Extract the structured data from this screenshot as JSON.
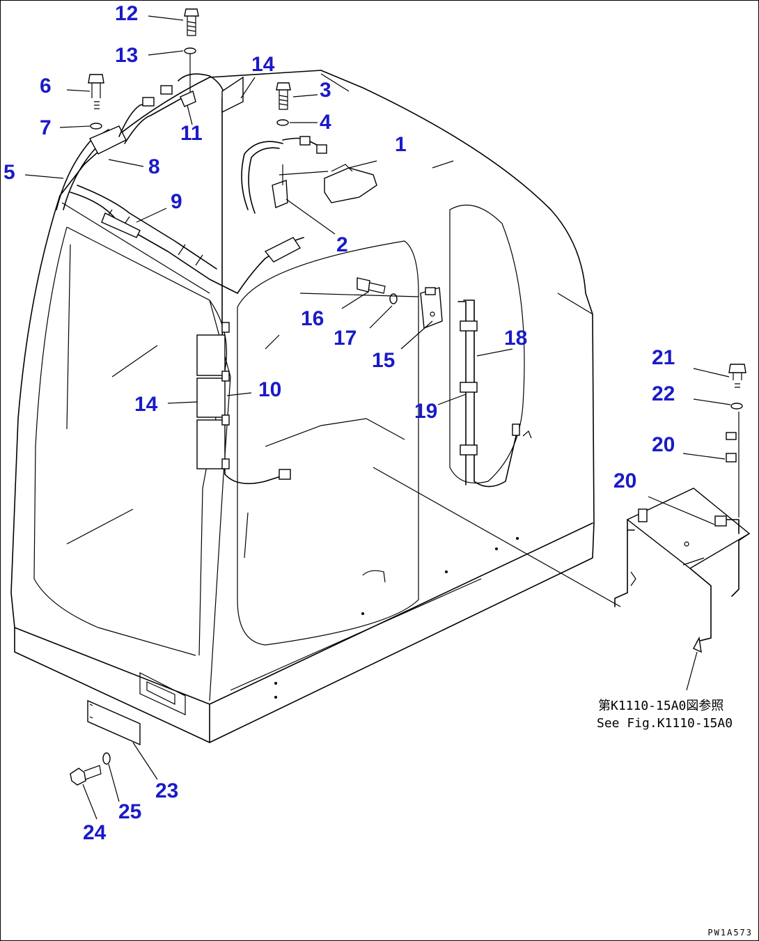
{
  "callouts": {
    "c1": "1",
    "c2": "2",
    "c3": "3",
    "c4": "4",
    "c5": "5",
    "c6": "6",
    "c7": "7",
    "c8": "8",
    "c9": "9",
    "c10": "10",
    "c11": "11",
    "c12": "12",
    "c13": "13",
    "c14a": "14",
    "c14b": "14",
    "c15": "15",
    "c16": "16",
    "c17": "17",
    "c18": "18",
    "c19": "19",
    "c20a": "20",
    "c20b": "20",
    "c21": "21",
    "c22": "22",
    "c23": "23",
    "c24": "24",
    "c25": "25"
  },
  "reference_note": {
    "japanese": "第K1110-15A0図参照",
    "english": "See Fig.K1110-15A0"
  },
  "drawing_code": "PW1A573",
  "colors": {
    "callout": "#1a1ac8",
    "line": "#000000",
    "background": "#ffffff"
  }
}
